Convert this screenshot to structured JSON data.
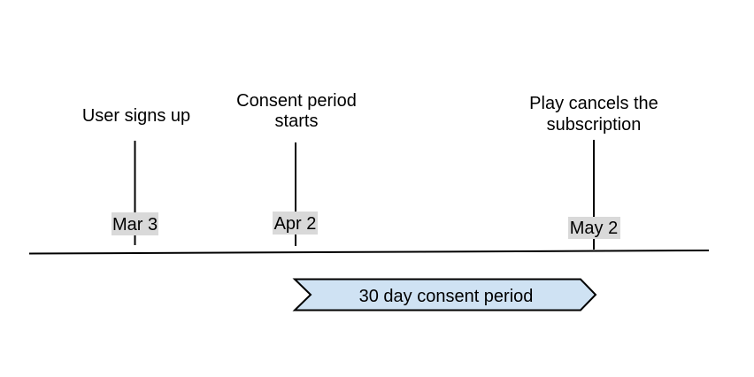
{
  "diagram": {
    "type": "timeline",
    "colors": {
      "background": "#ffffff",
      "line": "#000000",
      "text": "#000000",
      "chip_fill": "#d9d9d9",
      "banner_fill": "#cfe2f3",
      "banner_stroke": "#000000"
    },
    "events": [
      {
        "name": "user-signs-up",
        "label": "User signs up",
        "label_line1": "User signs up",
        "date": "Mar 3"
      },
      {
        "name": "consent-period-starts",
        "label": "Consent period starts",
        "label_line1": "Consent period",
        "label_line2": "starts",
        "date": "Apr 2"
      },
      {
        "name": "play-cancels-subscription",
        "label": "Play cancels the subscription",
        "label_line1": "Play cancels the",
        "label_line2": "subscription",
        "date": "May 2"
      }
    ],
    "duration_banner": {
      "label": "30 day consent period",
      "spans_from_date": "Apr 2",
      "spans_to_date": "May 2"
    }
  }
}
